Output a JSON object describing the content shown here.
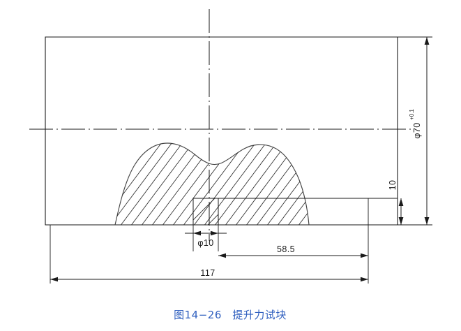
{
  "figure": {
    "caption": "图14−26　提升力试块",
    "caption_color": "#2f5fbf",
    "line_color": "#1a1a1a",
    "type": "engineering-drawing",
    "title_number": "图14-26",
    "title_name": "提升力试块"
  },
  "dimensions": {
    "overall_width": "117",
    "offset_width": "58.5",
    "block_height": "10",
    "hole_diameter": "φ10",
    "outer_diameter_value": "φ70",
    "outer_diameter_tolerance": "+0.1",
    "outer_diameter_full": "φ70 +0.1"
  },
  "labels": {
    "width_117": "117",
    "width_585": "58.5",
    "height_10": "10",
    "hole_phi10": "φ10",
    "diameter_phi70": "φ70",
    "diameter_tol": "+0.1"
  },
  "icons": {
    "centerline": "center-line-dash-dot",
    "arrow": "dimension-arrow",
    "hatch": "section-hatching"
  }
}
